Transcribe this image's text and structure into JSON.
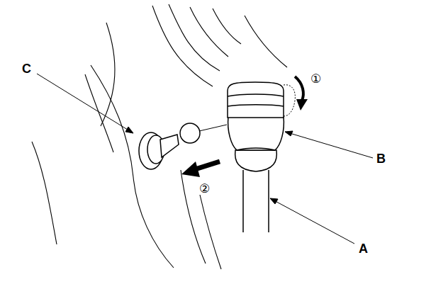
{
  "diagram": {
    "labels": [
      "C",
      "①",
      "B",
      "②",
      "A"
    ]
  }
}
